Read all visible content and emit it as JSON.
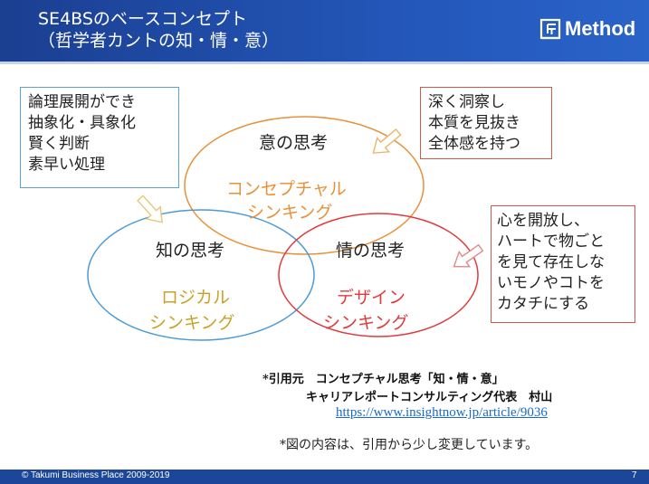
{
  "header": {
    "title_line1": "SE4BSのベースコンセプト",
    "title_line2": "（哲学者カントの知・情・意）",
    "logo_text": "Method"
  },
  "colors": {
    "header_blue": "#1f4aa6",
    "ellipse_orange": "#e8913a",
    "ellipse_blue": "#4a9ad6",
    "ellipse_red": "#e03a3a",
    "label_orange": "#e8913a",
    "label_gold": "#c9a227",
    "label_red": "#e03a3a",
    "url_blue": "#1a6ac8"
  },
  "diagram": {
    "top": {
      "title": "意の思考",
      "sub1": "コンセプチャル",
      "sub2": "シンキング"
    },
    "left": {
      "title": "知の思考",
      "sub1": "ロジカル",
      "sub2": "シンキング"
    },
    "right": {
      "title": "情の思考",
      "sub1": "デザイン",
      "sub2": "シンキング"
    }
  },
  "callouts": {
    "logic": [
      "論理展開ができ",
      "抽象化・具象化",
      "賢く判断",
      "素早い処理"
    ],
    "insight": [
      "深く洞察し",
      "本質を見抜き",
      "全体感を持つ"
    ],
    "heart": [
      "心を開放し、",
      "ハートで物ごと",
      "を見て存在しな",
      "いモノやコトを",
      "カタチにする"
    ]
  },
  "citation": {
    "line1": "*引用元　コンセプチャル思考「知・情・意」",
    "line2": "キャリアレポートコンサルティング代表　村山",
    "url": "https://www.insightnow.jp/article/9036"
  },
  "note": "*図の内容は、引用から少し変更しています。",
  "footer": {
    "copyright": "© Takumi Business Place 2009-2019",
    "page_number": "7"
  },
  "icons": [
    "method-logo-icon",
    "arrow-icon"
  ]
}
